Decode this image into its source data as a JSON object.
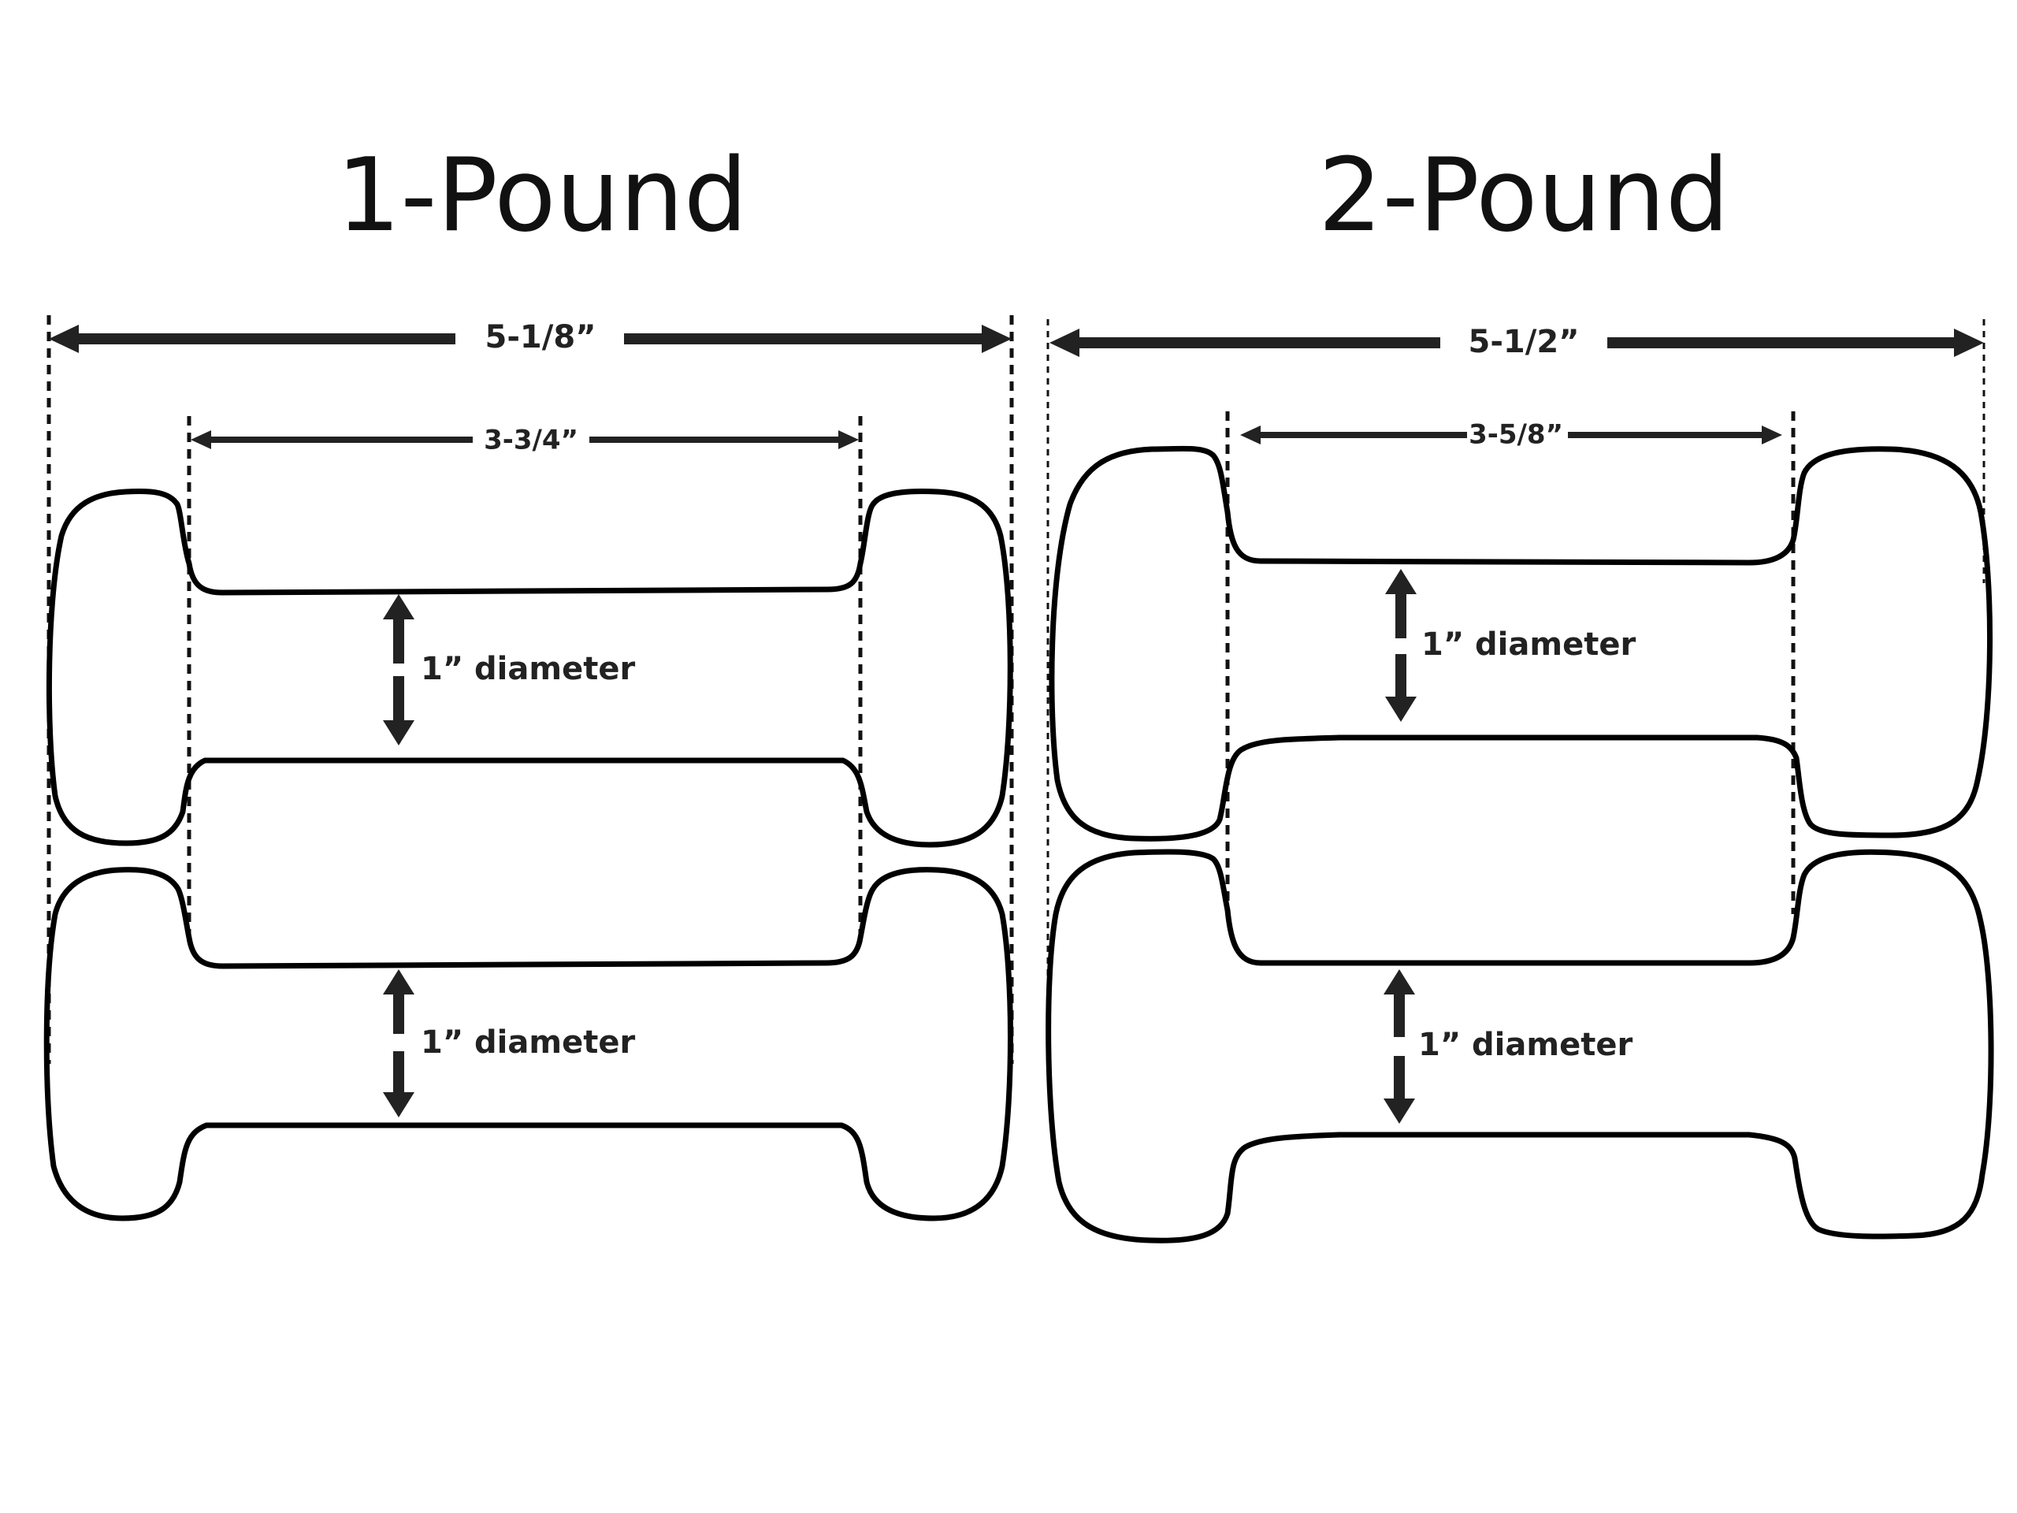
{
  "panels": [
    {
      "title": "1-Pound",
      "overall_length_label": "5-1/8”",
      "handle_length_label": "3-3/4”",
      "diameter_labels": [
        "1” diameter",
        "1” diameter"
      ]
    },
    {
      "title": "2-Pound",
      "overall_length_label": "5-1/2”",
      "handle_length_label": "3-5/8”",
      "diameter_labels": [
        "1” diameter",
        "1” diameter"
      ]
    }
  ],
  "colors": {
    "ink": "#222222",
    "outline": "#000000",
    "background": "#ffffff"
  }
}
